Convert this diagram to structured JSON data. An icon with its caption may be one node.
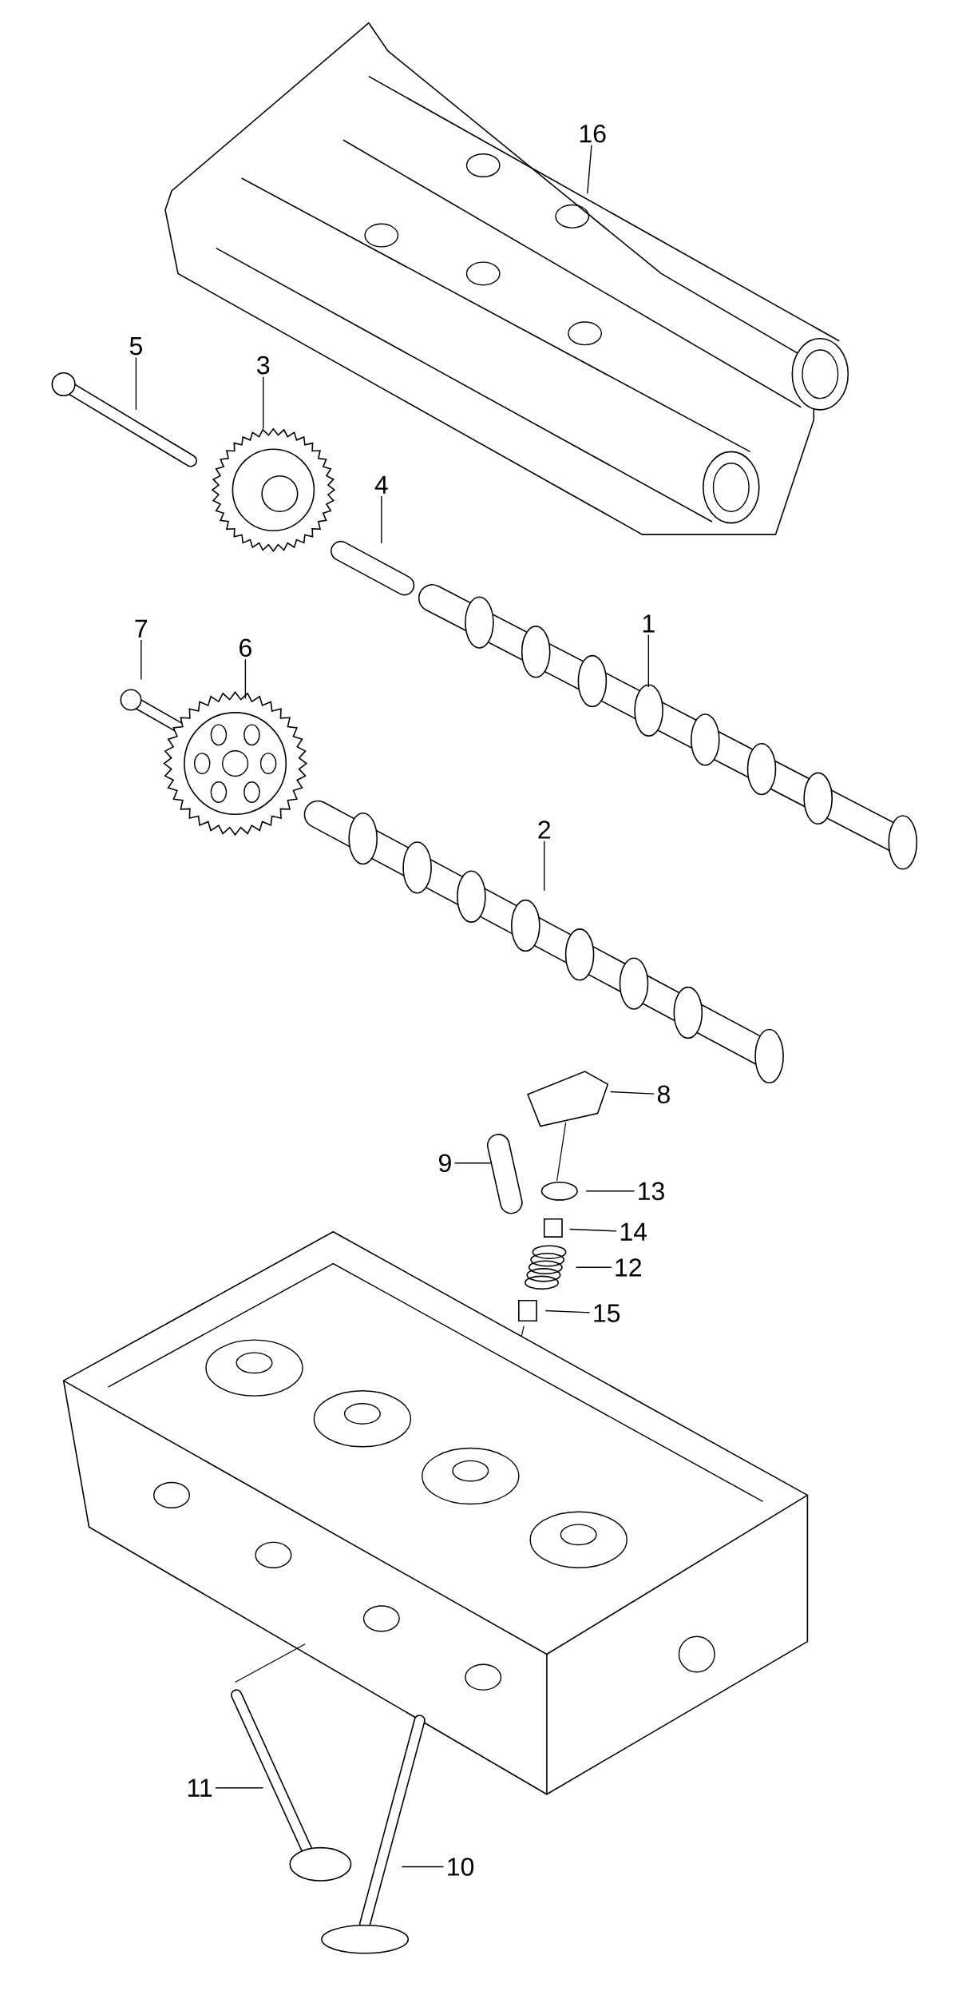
{
  "diagram": {
    "nodes": [
      {
        "text": [
          "16"
        ]
      },
      {
        "text": [
          "5"
        ]
      },
      {
        "text": [
          "3"
        ]
      },
      {
        "text": [
          "4"
        ]
      },
      {
        "text": [
          "1"
        ]
      },
      {
        "text": [
          "7"
        ]
      },
      {
        "text": [
          "6"
        ]
      },
      {
        "text": [
          "2"
        ]
      },
      {
        "text": [
          "8"
        ]
      },
      {
        "text": [
          "9"
        ]
      },
      {
        "text": [
          "13"
        ]
      },
      {
        "text": [
          "14"
        ]
      },
      {
        "text": [
          "12"
        ]
      },
      {
        "text": [
          "15"
        ]
      },
      {
        "text": [
          "11"
        ]
      },
      {
        "text": [
          "10"
        ]
      }
    ],
    "edges": [
      {
        "from": 0,
        "to": null,
        "arrow": "none"
      },
      {
        "from": 1,
        "to": null,
        "arrow": "none"
      },
      {
        "from": 2,
        "to": null,
        "arrow": "none"
      },
      {
        "from": 3,
        "to": null,
        "arrow": "none"
      },
      {
        "from": 4,
        "to": null,
        "arrow": "none"
      },
      {
        "from": 5,
        "to": null,
        "arrow": "none"
      },
      {
        "from": 6,
        "to": null,
        "arrow": "none"
      },
      {
        "from": 7,
        "to": null,
        "arrow": "none"
      },
      {
        "from": 8,
        "to": null,
        "arrow": "none"
      },
      {
        "from": 9,
        "to": null,
        "arrow": "none"
      },
      {
        "from": 10,
        "to": null,
        "arrow": "none"
      },
      {
        "from": 11,
        "to": null,
        "arrow": "none"
      },
      {
        "from": 12,
        "to": null,
        "arrow": "none"
      },
      {
        "from": 13,
        "to": null,
        "arrow": "none"
      },
      {
        "from": 14,
        "to": null,
        "arrow": "none"
      },
      {
        "from": 15,
        "to": null,
        "arrow": "none"
      }
    ]
  }
}
